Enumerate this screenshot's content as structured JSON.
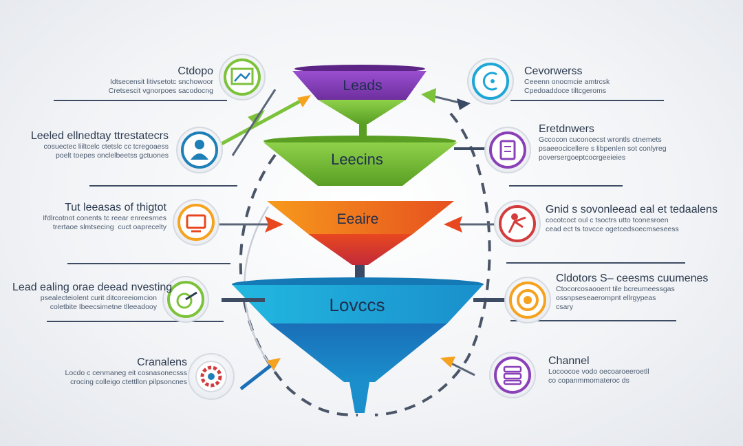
{
  "funnel": {
    "stages": [
      {
        "label": "Leads",
        "color": "#8a41b8"
      },
      {
        "label": "Leecins",
        "color": "#7cc23a"
      },
      {
        "label": "Eeaire",
        "color": "#f58a1f"
      },
      {
        "label": "Lovccs",
        "color": "#1ea7d6"
      }
    ]
  },
  "left_items": [
    {
      "title": "Ctdopo",
      "desc": "Idtsecensit litivsetotc snchowoor\nCretsescit vgnorpoes sacodocng",
      "icon": "image-frame-icon",
      "color": "#7cc23a"
    },
    {
      "title": "Leeled ellnedtay ttrestatecrs",
      "desc": "cosuectec liiltcelc ctetslc cc tcregoaess\npoelt toepes onclelbeetss gctuones",
      "icon": "user-group-icon",
      "color": "#1f7fb7"
    },
    {
      "title": "Tut leeasas of thigtot",
      "desc": "Ifdlrcotnot conents tc reear enreesrnes\ntrertaoe slmtsecing  cuct oaprecelty",
      "icon": "monitor-icon",
      "color": "#f58a1f"
    },
    {
      "title": "Lead ealing orae deead nvesting",
      "desc": "psealecteiolent curit ditcoreeiomcion\ncoletbite Ibeecsimetne tlleeadooy",
      "icon": "target-arrow-icon",
      "color": "#7cc23a"
    },
    {
      "title": "Cranalens",
      "desc": "Locdo c cenmaneg eit cosnasonecsss\ncrocing colleigo ctettllon pilpsoncnes",
      "icon": "gear-icon",
      "color": "#d33c3c"
    }
  ],
  "right_items": [
    {
      "title": "Cevorwerss",
      "desc": "Ceeenn onocmcie amtrcsk\nCpedoaddoce tiltcgeroms",
      "icon": "chat-arrow-icon",
      "color": "#1ea7d6"
    },
    {
      "title": "Eretdnwers",
      "desc": "Gccocon cuconcecst wrontls ctnemets\npsaeeocicellere s libpenlen sot conlyreg\npoversergoeptcocrgeeieies",
      "icon": "document-icon",
      "color": "#8a41b8"
    },
    {
      "title": "Gnid s sovonleead eal et tedaalens",
      "desc": "cocotcoct oul c tsoctrs utto tconesroen\ncead ect ts tovcce ogetcedsoecmseseess",
      "icon": "person-workout-icon",
      "color": "#d33c3c"
    },
    {
      "title": "Cldotors S– ceesms cuumenes",
      "desc": "Ctocorcosaooent tile bcreumeessgas\nossnpseseaerompnt ellrgypeas\ncsary",
      "icon": "target-icon",
      "color": "#f5a21f"
    },
    {
      "title": "Channel",
      "desc": "Locoocoe vodo oecoaroeeroetll\nco copanmmomateroc ds",
      "icon": "stack-icon",
      "color": "#8a41b8"
    }
  ]
}
